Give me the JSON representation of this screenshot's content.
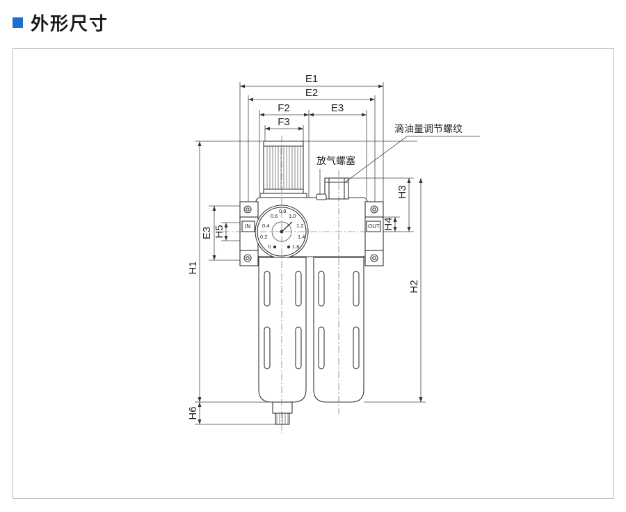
{
  "header": {
    "title": "外形尺寸",
    "accent_color": "#1f6fd0"
  },
  "dimensions": {
    "E1": "E1",
    "E2": "E2",
    "E3_top": "E3",
    "E3_side": "E3",
    "F2": "F2",
    "F3": "F3",
    "H1": "H1",
    "H2": "H2",
    "H3": "H3",
    "H4": "H4",
    "H5": "H5",
    "H6": "H6"
  },
  "annotations": {
    "oil_adjust_screw": "滴油量调节螺纹",
    "vent_plug": "放气螺塞"
  },
  "ports": {
    "in": "IN",
    "out": "OUT"
  },
  "gauge": {
    "scale": [
      "0",
      "0.2",
      "0.4",
      "0.6",
      "0.8",
      "1.0",
      "1.2",
      "1.4",
      "1.6"
    ]
  }
}
